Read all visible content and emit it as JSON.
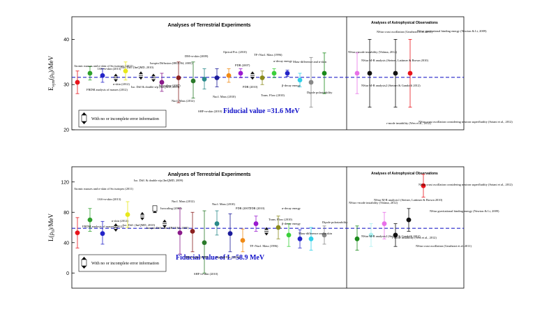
{
  "chart_data": [
    {
      "type": "scatter",
      "panel_title": "Analyses of Terrestrial Experiments",
      "astro_title": "Analyses of Astrophysical Observations",
      "ylabel": "E",
      "ylabel_sub": "sym",
      "ylabel_tail": "(ρ",
      "ylabel_sub2": "0",
      "ylabel_end": ")/MeV",
      "ylim": [
        20,
        45
      ],
      "yticks": [
        "20",
        "30",
        "40"
      ],
      "fiducial": 31.6,
      "fiducial_label": "Fiducial value =31.6 MeV",
      "legend_label": "With no or incomplete error information",
      "points": [
        {
          "value": 30.5,
          "lo": 28.0,
          "hi": 33.0,
          "color": "#e8141b",
          "marker": "circle"
        },
        {
          "value": 32.5,
          "lo": 31.0,
          "hi": 34.0,
          "color": "#2ea02c",
          "marker": "circle"
        },
        {
          "value": 32.0,
          "lo": 30.5,
          "hi": 33.5,
          "color": "#2323c8",
          "marker": "circle"
        },
        {
          "value": 31.5,
          "lo": 30.5,
          "hi": 32.5,
          "color": "#111111",
          "marker": "arrows"
        },
        {
          "value": 33.0,
          "lo": 31.0,
          "hi": 35.0,
          "color": "#e8e81a",
          "marker": "circle"
        },
        {
          "value": 32.0,
          "lo": 30.0,
          "hi": 34.0,
          "color": "#111111",
          "marker": "arrows"
        },
        {
          "value": 31.5,
          "lo": 30.5,
          "hi": 32.5,
          "color": "#111111",
          "marker": "arrows"
        },
        {
          "value": 30.5,
          "lo": 28.5,
          "hi": 32.5,
          "color": "#8a1a8a",
          "marker": "circle"
        },
        {
          "value": 31.5,
          "lo": 26.0,
          "hi": 35.0,
          "color": "#8b2020",
          "marker": "circle"
        },
        {
          "value": 30.8,
          "lo": 27.0,
          "hi": 35.0,
          "color": "#2a7a2a",
          "marker": "circle"
        },
        {
          "value": 31.2,
          "lo": 29.0,
          "hi": 33.5,
          "color": "#2a8a8a",
          "marker": "circle"
        },
        {
          "value": 31.5,
          "lo": 29.5,
          "hi": 33.5,
          "color": "#1a1a9a",
          "marker": "circle"
        },
        {
          "value": 32.0,
          "lo": 30.5,
          "hi": 33.5,
          "color": "#f08a14",
          "marker": "circle"
        },
        {
          "value": 32.5,
          "lo": 31.5,
          "hi": 33.5,
          "color": "#9a1ad0",
          "marker": "circle"
        },
        {
          "value": 32.0,
          "lo": 31.0,
          "hi": 33.0,
          "color": "#111111",
          "marker": "arrows"
        },
        {
          "value": 31.5,
          "lo": 30.0,
          "hi": 33.0,
          "color": "#8a8a1a",
          "marker": "circle"
        },
        {
          "value": 32.5,
          "lo": 31.5,
          "hi": 33.5,
          "color": "#3ad03a",
          "marker": "circle"
        },
        {
          "value": 32.5,
          "lo": 31.8,
          "hi": 33.2,
          "color": "#2323c8",
          "marker": "circle"
        },
        {
          "value": 31.0,
          "lo": 29.5,
          "hi": 32.5,
          "color": "#30d0e8",
          "marker": "circle"
        },
        {
          "value": 30.5,
          "lo": 25.0,
          "hi": 36.0,
          "color": "#888888",
          "marker": "circle"
        },
        {
          "value": 32.5,
          "lo": 28.0,
          "hi": 37.0,
          "color": "#1a8a1a",
          "marker": "circle"
        },
        {
          "value": 32.5,
          "lo": 28.0,
          "hi": 37.0,
          "color": "#e870e8",
          "marker": "circle"
        },
        {
          "value": 32.5,
          "lo": 25.0,
          "hi": 40.0,
          "color": "#111111",
          "marker": "circle"
        },
        {
          "value": 32.5,
          "lo": 25.0,
          "hi": 40.0,
          "color": "#111111",
          "marker": "circle"
        },
        {
          "value": 32.5,
          "lo": 25.0,
          "hi": 40.0,
          "color": "#e8141b",
          "marker": "circle"
        }
      ],
      "labels": [
        "Atomic masses and n-skin of Sn isotopes (2011)",
        "FRDM analysis of masses (2012)",
        "IAS+n-skin (2013)",
        "n-skin (2012)",
        "Iso. Diff. (ImQMD, 2010)",
        "Iso. Diff & double n/p (ImQMD, 2009)",
        "Isospin Diffusion (IBUU04, 2005)",
        "Isoscaling (2007)",
        "Nucl. Mass (2012)",
        "DM+n-skin (2009)",
        "SHF+n-skin (2010)",
        "Nucl. Mass (2010)",
        "Optical Pot. (2010)",
        "PDR (2007)",
        "PDR (2010)",
        "TF+Nucl. Mass (1996)",
        "Trans. Flow (2010)",
        "α-decay energy",
        "β-decay energy",
        "Mass-difference and n-skin",
        "Dipole polarizability",
        "NStar r-mode instability (Vidana, 2012)",
        "NStar M-R analysis (Steiner, Lattimer & Brown 2010)",
        "NStar M-R analysis2 (Steiner & Gandolfi 2012)",
        "NStar crust oscillation (Gearheart et al. 2011)",
        "NStar gravitational binding energy (Newton & Li, 2009)",
        "r-mode instability (Wen et al., 2012)",
        "NStar crust oscillation considering neutron superfluidity (Sotani et al., 2012)"
      ]
    },
    {
      "type": "scatter",
      "panel_title": "Analyses of Terrestrial Experiments",
      "astro_title": "Analyses of Astrophysical Observations",
      "ylabel": "L(ρ",
      "ylabel_sub": "0",
      "ylabel_end": ")/MeV",
      "ylim": [
        -20,
        140
      ],
      "yticks": [
        "0",
        "40",
        "80",
        "120"
      ],
      "fiducial": 58.9,
      "fiducial_label": "Fiducial value of L=58.9 MeV",
      "legend_label": "With no or incomplete error information",
      "points": [
        {
          "value": 53,
          "lo": 33,
          "hi": 73,
          "color": "#e8141b",
          "marker": "circle"
        },
        {
          "value": 70,
          "lo": 55,
          "hi": 85,
          "color": "#2ea02c",
          "marker": "circle"
        },
        {
          "value": 52,
          "lo": 38,
          "hi": 68,
          "color": "#2323c8",
          "marker": "circle"
        },
        {
          "value": 60,
          "lo": 50,
          "hi": 70,
          "color": "#111111",
          "marker": "arrows"
        },
        {
          "value": 77,
          "lo": 60,
          "hi": 94,
          "color": "#e8e81a",
          "marker": "circle"
        },
        {
          "value": 75,
          "lo": 60,
          "hi": 110,
          "color": "#111111",
          "marker": "arrows"
        },
        {
          "value": 85,
          "lo": 70,
          "hi": 100,
          "color": "#111111",
          "marker": "open-square"
        },
        {
          "value": 65,
          "lo": 58,
          "hi": 72,
          "color": "#111111",
          "marker": "arrows"
        },
        {
          "value": 53,
          "lo": 25,
          "hi": 85,
          "color": "#8a1a8a",
          "marker": "circle"
        },
        {
          "value": 55,
          "lo": 28,
          "hi": 80,
          "color": "#8b2020",
          "marker": "circle"
        },
        {
          "value": 40,
          "lo": 0,
          "hi": 82,
          "color": "#2a7a2a",
          "marker": "circle"
        },
        {
          "value": 65,
          "lo": 50,
          "hi": 82,
          "color": "#2a8a8a",
          "marker": "circle"
        },
        {
          "value": 52,
          "lo": 28,
          "hi": 78,
          "color": "#1a1a9a",
          "marker": "circle"
        },
        {
          "value": 43,
          "lo": 28,
          "hi": 58,
          "color": "#f08a14",
          "marker": "circle"
        },
        {
          "value": 65,
          "lo": 55,
          "hi": 75,
          "color": "#9a1ad0",
          "marker": "circle"
        },
        {
          "value": 55,
          "lo": 48,
          "hi": 62,
          "color": "#111111",
          "marker": "arrows"
        },
        {
          "value": 60,
          "lo": 45,
          "hi": 75,
          "color": "#8a8a1a",
          "marker": "circle"
        },
        {
          "value": 50,
          "lo": 35,
          "hi": 65,
          "color": "#3ad03a",
          "marker": "circle"
        },
        {
          "value": 45,
          "lo": 33,
          "hi": 57,
          "color": "#2323c8",
          "marker": "circle"
        },
        {
          "value": 45,
          "lo": 30,
          "hi": 60,
          "color": "#30d0e8",
          "marker": "circle"
        },
        {
          "value": 50,
          "lo": 38,
          "hi": 62,
          "color": "#888888",
          "marker": "circle"
        },
        {
          "value": 45,
          "lo": 30,
          "hi": 62,
          "color": "#1a8a1a",
          "marker": "circle"
        },
        {
          "value": 50,
          "lo": 35,
          "hi": 65,
          "color": "#aaf0f0",
          "marker": "circle"
        },
        {
          "value": 65,
          "lo": 45,
          "hi": 80,
          "color": "#e870e8",
          "marker": "circle"
        },
        {
          "value": 50,
          "lo": 35,
          "hi": 65,
          "color": "#111111",
          "marker": "circle"
        },
        {
          "value": 70,
          "lo": 55,
          "hi": 85,
          "color": "#111111",
          "marker": "circle"
        },
        {
          "value": 115,
          "lo": 100,
          "hi": 130,
          "color": "#e8141b",
          "marker": "circle"
        }
      ],
      "labels": [
        "Atomic masses and n-skin of Sn isotopes (2011)",
        "FRDM analysis of masses (2012)",
        "IAS+n-skin (2013)",
        "n-skin (2012)",
        "Iso. Diff. (ImQMD, 2010)",
        "Iso. Diff. & double n/p (ImQMD, 2009)",
        "Isospin Diffusion (IBUU04, 2005)",
        "Isoscaling (2007)",
        "Nucl. Mass (2012)",
        "DM+n-skin (2009)",
        "SHF+n-skin (2010)",
        "Nucl. Mass (2010)",
        "Optical Pot. (2010)",
        "PDR (2007)",
        "PDR (2010)",
        "TF+Nucl. Mass (1996)",
        "Trans. Flow (2010)",
        "α-decay energy",
        "β-decay energy",
        "Mass-difference and n-skin",
        "Dipole polarizability",
        "NStar r-mode instability (Vidana, 2012)",
        "NStar M-R analysis2 (Steiner & Gandolfi 2012)",
        "NStar M-R analysis1 (Steiner, Lattimer & Brown 2010)",
        "r-mode instability (Wen et al., 2012)",
        "NStar crust oscillation (Gearheart et al. 2011)",
        "NStar gravitational binding energy (Newton & Li, 2009)",
        "NStar crust oscillation considering neutron superfluidity (Sotani et al., 2012)"
      ]
    }
  ]
}
